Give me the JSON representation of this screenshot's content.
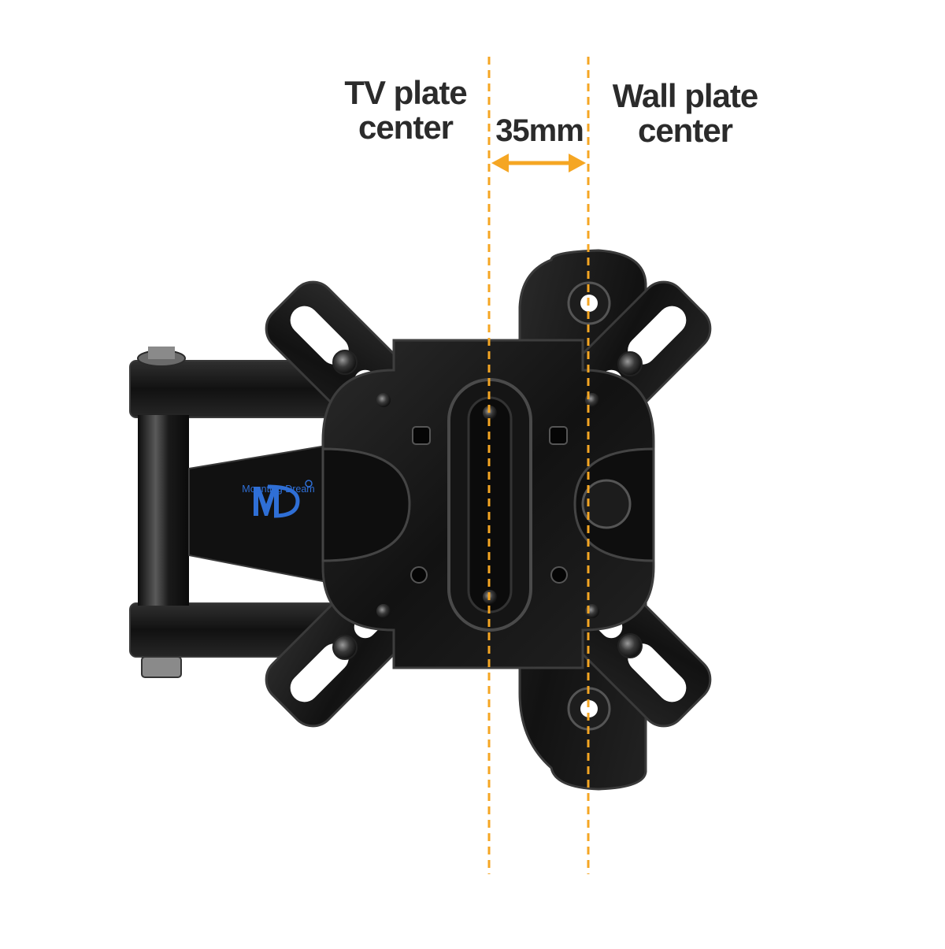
{
  "labels": {
    "tv_plate": "TV plate center",
    "wall_plate": "Wall plate center",
    "offset": "35mm"
  },
  "brand": {
    "name": "Mounting Dream",
    "mark": "MD"
  },
  "colors": {
    "accent": "#f5a623",
    "metal": "#141414",
    "metal_edge": "#3a3a3a",
    "text": "#2b2b2b",
    "brand": "#2f6fd6"
  }
}
